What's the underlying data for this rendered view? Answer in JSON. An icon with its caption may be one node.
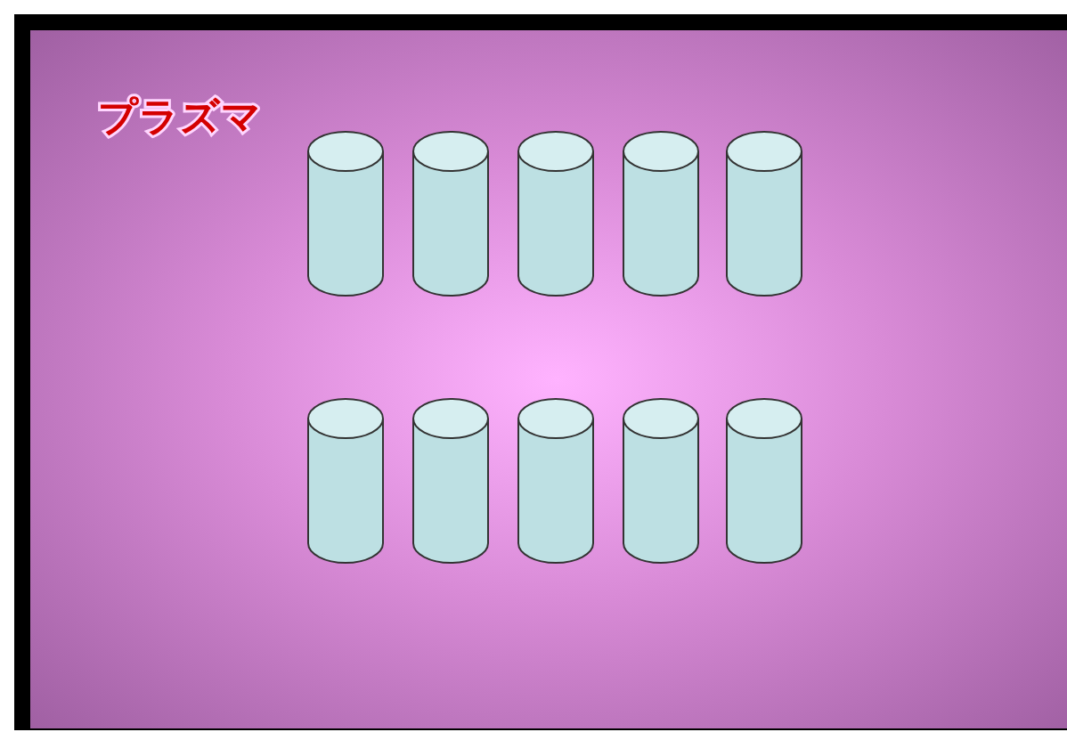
{
  "diagram": {
    "nodes": [
      {
        "text": [
          "プラズマ"
        ]
      },
      {
        "text": [],
        "shape": "cylinder",
        "in": 0
      },
      {
        "text": [],
        "shape": "cylinder",
        "in": 0
      },
      {
        "text": [],
        "shape": "cylinder",
        "in": 0
      },
      {
        "text": [],
        "shape": "cylinder",
        "in": 0
      },
      {
        "text": [],
        "shape": "cylinder",
        "in": 0
      },
      {
        "text": [],
        "shape": "cylinder",
        "in": 0
      },
      {
        "text": [],
        "shape": "cylinder",
        "in": 0
      },
      {
        "text": [],
        "shape": "cylinder",
        "in": 0
      },
      {
        "text": [],
        "shape": "cylinder",
        "in": 0
      },
      {
        "text": [],
        "shape": "cylinder",
        "in": 0
      }
    ]
  }
}
